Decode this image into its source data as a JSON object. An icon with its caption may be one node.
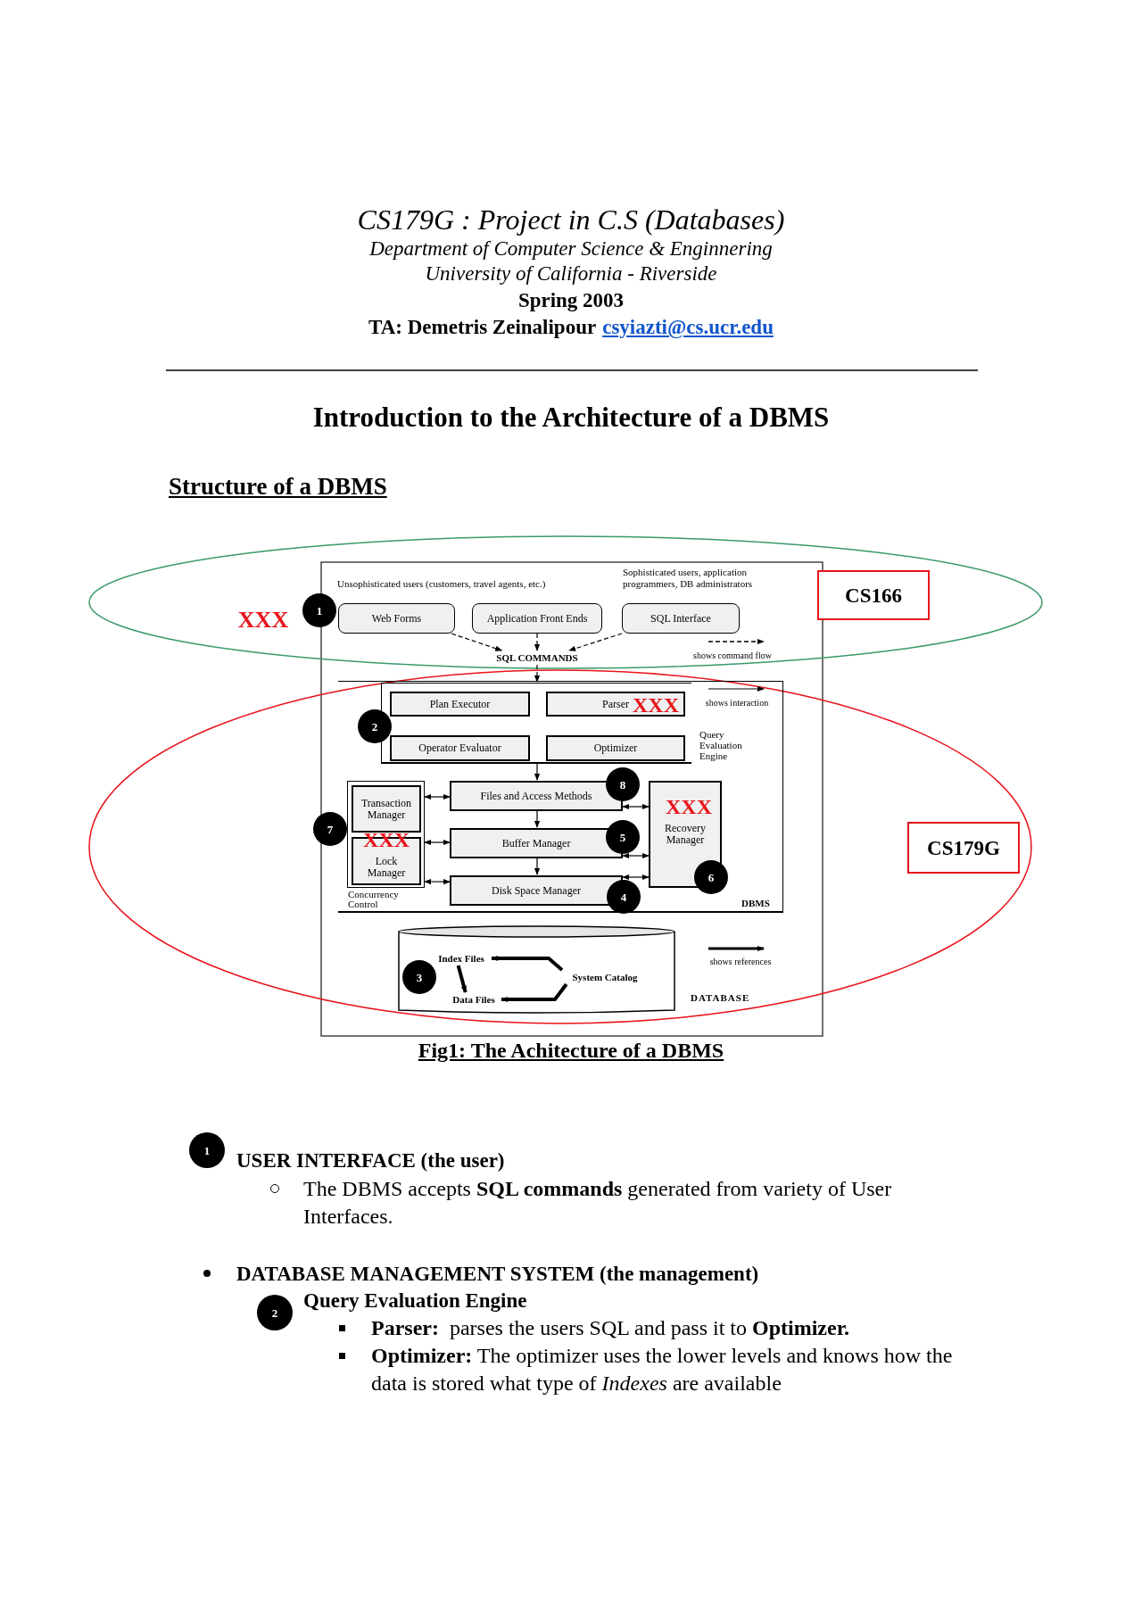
{
  "diagram": {
    "title": "Introduction to the Architecture of a DBMS",
    "caption": "Fig1: The Achitecture of a DBMS",
    "nodes": [
      {
        "text": [
          "Web Forms"
        ]
      },
      {
        "text": [
          "Application Front Ends"
        ]
      },
      {
        "text": [
          "SQL Interface"
        ]
      },
      {
        "text": [
          "SQL COMMANDS"
        ]
      },
      {
        "text": [
          "DBMS"
        ]
      },
      {
        "text": [
          "Query Evaluation Engine"
        ],
        "in": 4
      },
      {
        "text": [
          "Plan Executor"
        ],
        "in": 5
      },
      {
        "text": [
          "Parser"
        ],
        "in": 5
      },
      {
        "text": [
          "Operator Evaluator"
        ],
        "in": 5
      },
      {
        "text": [
          "Optimizer"
        ],
        "in": 5
      },
      {
        "text": [
          "Concurrency Control"
        ],
        "in": 4
      },
      {
        "text": [
          "Transaction Manager"
        ],
        "in": 10
      },
      {
        "text": [
          "Lock Manager"
        ],
        "in": 10
      },
      {
        "text": [
          "Files and Access Methods"
        ],
        "in": 4
      },
      {
        "text": [
          "Buffer Manager"
        ],
        "in": 4
      },
      {
        "text": [
          "Disk Space Manager"
        ],
        "in": 4
      },
      {
        "text": [
          "Recovery Manager"
        ],
        "in": 4
      },
      {
        "text": [],
        "shape": "cylinder",
        "beside": [
          "DATABASE"
        ]
      },
      {
        "text": [
          "Index Files"
        ],
        "in": 17
      },
      {
        "text": [
          "System Catalog"
        ],
        "in": 17
      },
      {
        "text": [
          "Data Files"
        ],
        "in": 17
      },
      {
        "text": [
          "CS166"
        ]
      },
      {
        "text": [
          "CS179G"
        ]
      },
      {
        "text": [
          "1"
        ]
      },
      {
        "text": [
          "2"
        ],
        "in": 4
      },
      {
        "text": [
          "3"
        ],
        "in": 17
      },
      {
        "text": [
          "4"
        ],
        "in": 4
      },
      {
        "text": [
          "5"
        ],
        "in": 4
      },
      {
        "text": [
          "6"
        ],
        "in": 4
      },
      {
        "text": [
          "7"
        ]
      },
      {
        "text": [
          "8"
        ],
        "in": 4
      },
      {
        "text": [
          "1"
        ]
      },
      {
        "text": [
          "2"
        ]
      }
    ],
    "edges": [
      {
        "from": 0,
        "to": 3,
        "arrow": "to",
        "style": "dashed"
      },
      {
        "from": 1,
        "to": 3,
        "arrow": "to",
        "style": "dashed"
      },
      {
        "from": 2,
        "to": 3,
        "arrow": "to",
        "style": "dashed"
      },
      {
        "from": 3,
        "to": 5,
        "arrow": "to",
        "style": "dashed"
      },
      {
        "from": 5,
        "to": 13,
        "arrow": "to"
      },
      {
        "from": 13,
        "to": 14,
        "arrow": "to"
      },
      {
        "from": 14,
        "to": 15,
        "arrow": "to"
      },
      {
        "from": 10,
        "to": 13,
        "arrow": "both"
      },
      {
        "from": 10,
        "to": 14,
        "arrow": "both"
      },
      {
        "from": 10,
        "to": 15,
        "arrow": "both"
      },
      {
        "from": 13,
        "to": 16,
        "arrow": "both"
      },
      {
        "from": 14,
        "to": 16,
        "arrow": "both"
      },
      {
        "from": 15,
        "to": 16,
        "arrow": "both"
      },
      {
        "from": 19,
        "to": 18,
        "arrow": "to",
        "style": "thick"
      },
      {
        "from": 19,
        "to": 20,
        "arrow": "to",
        "style": "thick"
      },
      {
        "from": 18,
        "to": 20,
        "arrow": "to",
        "style": "thick"
      }
    ],
    "labels": [
      "CS179G : Project in C.S (Databases)",
      "Department of Computer Science & Enginnering",
      "University of California - Riverside",
      "Spring 2003",
      "TA: Demetris Zeinalipour",
      "csyiazti@cs.ucr.edu",
      "Structure of a DBMS",
      "Unsophisticated users (customers, travel agents, etc.)",
      "Sophisticated users, application programmers, DB administrators",
      "XXX",
      "XXX",
      "XXX",
      "XXX",
      "USER INTERFACE (the user)",
      "The DBMS accepts **SQL commands** generated from variety of User Interfaces.",
      "DATABASE MANAGEMENT SYSTEM (the management)",
      "Query Evaluation Engine",
      "**Parser:**  parses the users SQL and pass it to **Optimizer.**",
      "**Optimizer:**  The optimizer uses the lower levels and knows how the data is stored what type of *Indexes* are available"
    ],
    "legend": [
      {
        "text": "shows command flow"
      },
      {
        "text": "shows interaction"
      },
      {
        "text": "shows references"
      }
    ]
  }
}
